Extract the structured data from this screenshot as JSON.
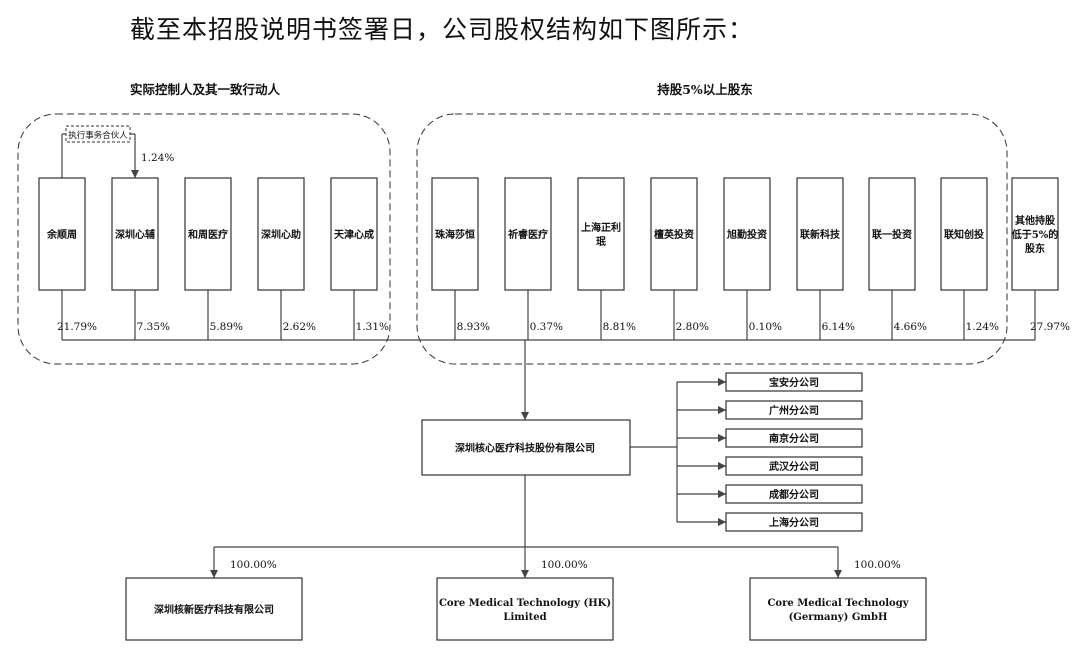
{
  "intro_text": "截至本招股说明书签署日，公司股权结构如下图所示：",
  "groups": {
    "left_title": "实际控制人及其一致行动人",
    "right_title": "持股5%以上股东"
  },
  "gp_label": "执行事务合伙人",
  "gp_pct": "1.24%",
  "shareholders": [
    {
      "lines": [
        "余顺周"
      ],
      "pct": "21.79%"
    },
    {
      "lines": [
        "深圳心辅"
      ],
      "pct": "7.35%"
    },
    {
      "lines": [
        "和周医疗"
      ],
      "pct": "5.89%"
    },
    {
      "lines": [
        "深圳心助"
      ],
      "pct": "2.62%"
    },
    {
      "lines": [
        "天津心成"
      ],
      "pct": "1.31%"
    },
    {
      "lines": [
        "珠海莎恒"
      ],
      "pct": "8.93%"
    },
    {
      "lines": [
        "祈睿医疗"
      ],
      "pct": "0.37%"
    },
    {
      "lines": [
        "上海正利",
        "珉"
      ],
      "pct": "8.81%"
    },
    {
      "lines": [
        "檀英投资"
      ],
      "pct": "2.80%"
    },
    {
      "lines": [
        "旭勤投资"
      ],
      "pct": "0.10%"
    },
    {
      "lines": [
        "联新科技"
      ],
      "pct": "6.14%"
    },
    {
      "lines": [
        "联一投资"
      ],
      "pct": "4.66%"
    },
    {
      "lines": [
        "联知创投"
      ],
      "pct": "1.24%"
    },
    {
      "lines": [
        "其他持股",
        "低于5%的",
        "股东"
      ],
      "pct": "27.97%"
    }
  ],
  "company": "深圳核心医疗科技股份有限公司",
  "branches": [
    "宝安分公司",
    "广州分公司",
    "南京分公司",
    "武汉分公司",
    "成都分公司",
    "上海分公司"
  ],
  "subsidiaries": [
    {
      "lines": [
        "深圳核新医疗科技有限公司"
      ],
      "pct": "100.00%"
    },
    {
      "lines": [
        "Core Medical Technology (HK)",
        "Limited"
      ],
      "pct": "100.00%"
    },
    {
      "lines": [
        "Core Medical Technology",
        "(Germany) GmbH"
      ],
      "pct": "100.00%"
    }
  ],
  "colors": {
    "line": "#444444",
    "border": "#333333",
    "text": "#111111"
  }
}
